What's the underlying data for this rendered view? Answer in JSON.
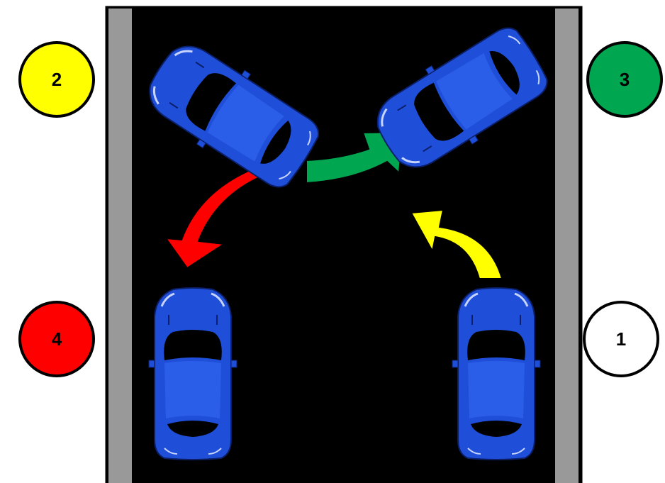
{
  "steps": [
    {
      "number": "1",
      "color": "#ffffff"
    },
    {
      "number": "2",
      "color": "#ffff00"
    },
    {
      "number": "3",
      "color": "#00a650"
    },
    {
      "number": "4",
      "color": "#ff0000"
    }
  ],
  "colors": {
    "road": "#000000",
    "curb": "#999999",
    "car": "#1f4fd8",
    "glass": "#000000",
    "arrow_1_to_3": "#ffff00",
    "arrow_2_to_3": "#00a650",
    "arrow_2_to_4": "#ff0000"
  },
  "icons": {
    "car": "car-top-view-icon",
    "arrow": "curved-arrow-icon"
  }
}
